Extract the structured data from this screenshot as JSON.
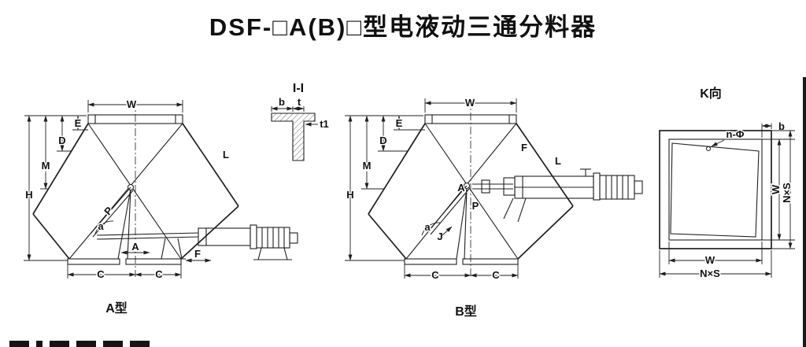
{
  "title": "DSF-□A(B)□型电液动三通分料器",
  "diagram_a": {
    "caption": "A型",
    "dim_w": "W",
    "dim_e": "E",
    "dim_d": "D",
    "dim_m": "M",
    "dim_h": "H",
    "dim_l": "L",
    "angle_a": "a",
    "flap_p": "P",
    "dim_center_a": "A",
    "dim_f": "F",
    "dim_c1": "C",
    "dim_c2": "C"
  },
  "section_ii": {
    "caption": "I-I",
    "dim_b": "b",
    "dim_t": "t",
    "dim_t1": "t1"
  },
  "diagram_b": {
    "caption": "B型",
    "dim_w": "W",
    "dim_e": "E",
    "dim_d": "D",
    "dim_m": "M",
    "dim_h": "H",
    "dim_f": "F",
    "dim_l": "L",
    "dim_center_a": "A",
    "flap_p": "P",
    "angle_a": "a",
    "dim_j": "J",
    "dim_c1": "C",
    "dim_c2": "C"
  },
  "view_k": {
    "caption": "K向",
    "dim_n_phi": "n-Φ",
    "dim_b": "b",
    "dim_w_side": "W",
    "dim_nxs_side": "N×S",
    "dim_w_bottom": "W",
    "dim_nxs_bottom": "N×S"
  },
  "colors": {
    "ink": "#1f1f1f",
    "paper": "#ffffff"
  }
}
